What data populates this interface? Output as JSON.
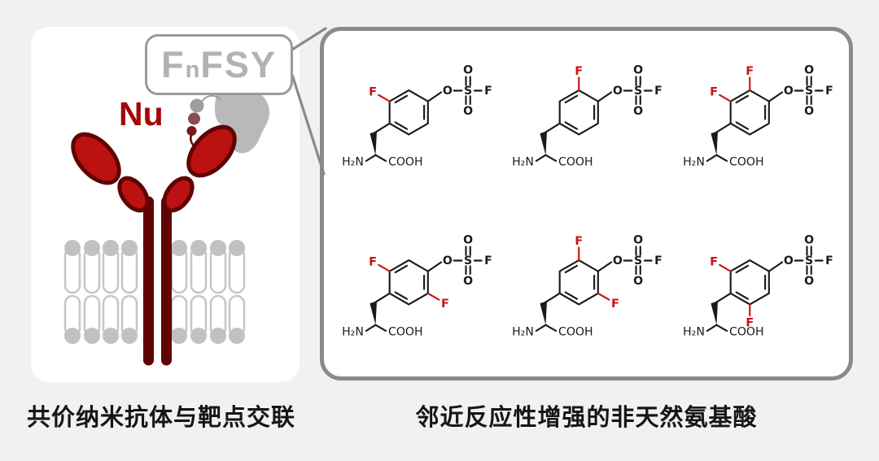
{
  "left_panel": {
    "bubble": {
      "prefix": "F",
      "subscript": "n",
      "suffix": "FSY"
    },
    "nu_label": "Nu",
    "caption": "共价纳米抗体与靶点交联",
    "colors": {
      "antibody_red": "#bb1111",
      "antibody_dark": "#5f0404",
      "lipid_head_gray": "#c1c1c1",
      "lipid_tail_gray": "#c6c6c6",
      "protein_gray": "#b9b9b9",
      "nu_red": "#a50505",
      "bubble_text": "#b2b2b2",
      "bubble_border": "#9a9a9a"
    }
  },
  "right_panel": {
    "caption": "邻近反应性增强的非天然氨基酸",
    "border_color": "#8a8a8a",
    "bond_color": "#1a1a1a",
    "fluorine_color": "#cc1111",
    "atom_labels": {
      "oxygen": "O",
      "sulfur": "S",
      "fluorine": "F",
      "amine": "H₂N",
      "carboxyl": "COOH"
    },
    "molecules": [
      {
        "name": "FSY-2-fluoro",
        "fluorines": [
          "tl"
        ]
      },
      {
        "name": "FSY-3-fluoro",
        "fluorines": [
          "top"
        ]
      },
      {
        "name": "FSY-2-3-difluoro",
        "fluorines": [
          "tl",
          "top"
        ]
      },
      {
        "name": "FSY-2-5-difluoro",
        "fluorines": [
          "tl",
          "br"
        ]
      },
      {
        "name": "FSY-3-5-difluoro",
        "fluorines": [
          "top",
          "br"
        ]
      },
      {
        "name": "FSY-2-6-difluoro",
        "fluorines": [
          "tl",
          "bottom"
        ]
      }
    ]
  }
}
